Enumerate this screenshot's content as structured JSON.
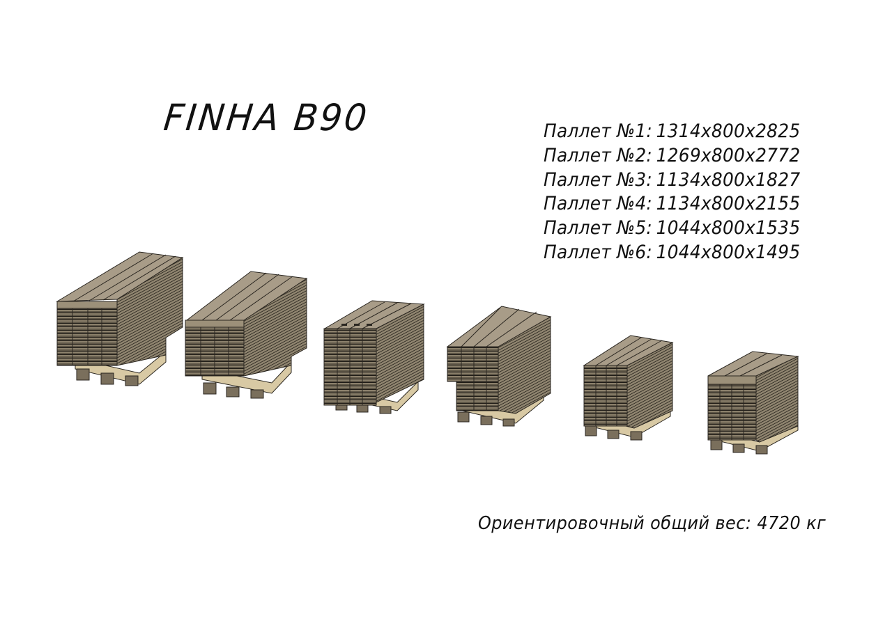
{
  "document": {
    "title": "FINHA B90",
    "pallets": [
      {
        "label": "Паллет №1:",
        "dimensions": "1314x800x2825"
      },
      {
        "label": "Паллет №2:",
        "dimensions": "1269x800x2772"
      },
      {
        "label": "Паллет №3:",
        "dimensions": "1134x800x1827"
      },
      {
        "label": "Паллет №4:",
        "dimensions": "1134x800x2155"
      },
      {
        "label": "Паллет №5:",
        "dimensions": "1044x800x1535"
      },
      {
        "label": "Паллет №6:",
        "dimensions": "1044x800x1495"
      }
    ],
    "weight_text": "Ориентировочный общий вес: 4720 кг"
  },
  "colors": {
    "background": "#ffffff",
    "text": "#111111",
    "board_top": "#a89c88",
    "board_side": "#8a7f6d",
    "board_front": "#6e6555",
    "board_line": "#2a2620",
    "pallet_wood": "#d8c9a4",
    "pallet_dark": "#7a6f5c"
  }
}
